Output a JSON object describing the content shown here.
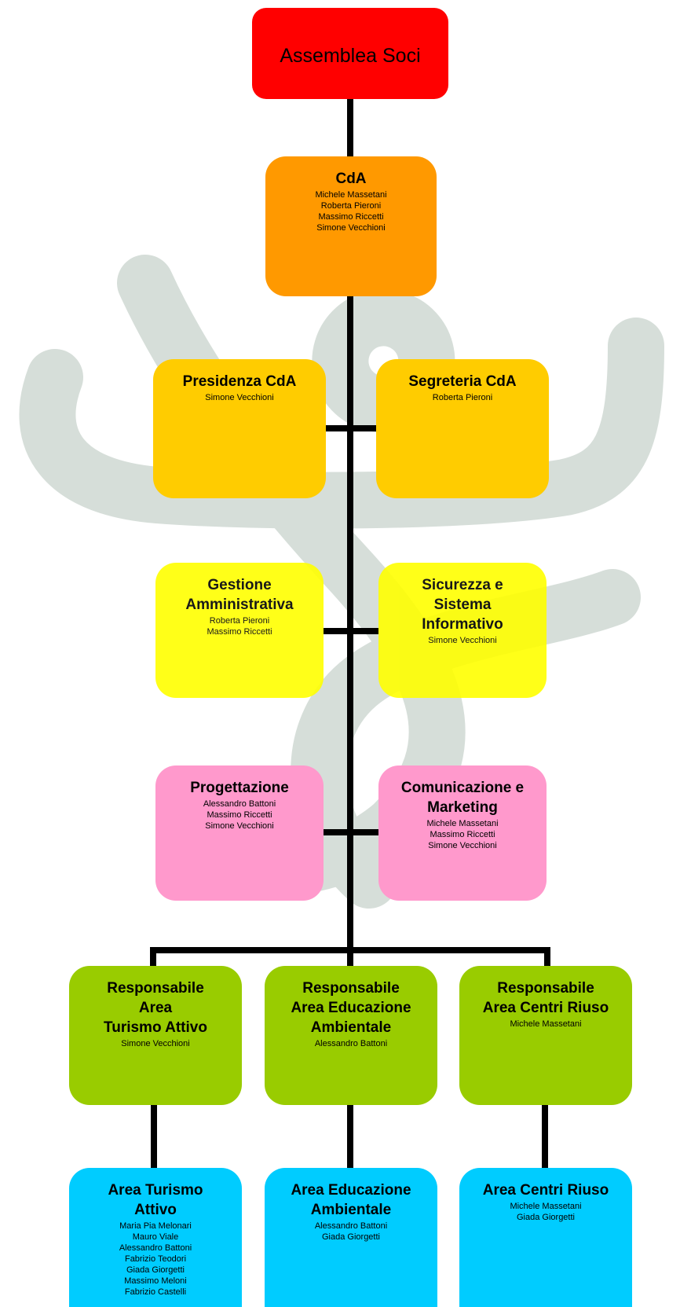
{
  "colors": {
    "red": "#ff0000",
    "orange": "#ff9900",
    "amber": "#ffcc00",
    "yellow": "#ffff00",
    "pink": "#ff99cc",
    "green": "#99cc00",
    "cyan": "#00ccff",
    "line": "#000000",
    "watermark": "#d6ded9"
  },
  "nodes": {
    "assemblea": {
      "title": "Assemblea Soci",
      "people": []
    },
    "cda": {
      "title": "CdA",
      "people": [
        "Michele Massetani",
        "Roberta Pieroni",
        "Massimo Riccetti",
        "Simone Vecchioni"
      ]
    },
    "presidenza": {
      "title": "Presidenza CdA",
      "people": [
        "Simone Vecchioni"
      ]
    },
    "segreteria": {
      "title": "Segreteria CdA",
      "people": [
        "Roberta Pieroni"
      ]
    },
    "gestione": {
      "title": "Gestione\nAmministrativa",
      "people": [
        "Roberta Pieroni",
        "Massimo Riccetti"
      ]
    },
    "sicurezza": {
      "title": "Sicurezza e\nSistema\nInformativo",
      "people": [
        "Simone Vecchioni"
      ]
    },
    "progettazione": {
      "title": "Progettazione",
      "people": [
        "Alessandro Battoni",
        "Massimo Riccetti",
        "Simone Vecchioni"
      ]
    },
    "comunicazione": {
      "title": "Comunicazione e\nMarketing",
      "people": [
        "Michele Massetani",
        "Massimo Riccetti",
        "Simone Vecchioni"
      ]
    },
    "resp_turismo": {
      "title": "Responsabile\nArea\nTurismo Attivo",
      "people": [
        "Simone Vecchioni"
      ]
    },
    "resp_educazione": {
      "title": "Responsabile\nArea Educazione\nAmbientale",
      "people": [
        "Alessandro Battoni"
      ]
    },
    "resp_riuso": {
      "title": "Responsabile\nArea Centri Riuso",
      "people": [
        "Michele Massetani"
      ]
    },
    "area_turismo": {
      "title": "Area Turismo\nAttivo",
      "people": [
        "Maria Pia Melonari",
        "Mauro Viale",
        "Alessandro Battoni",
        "Fabrizio Teodori",
        "Giada Giorgetti",
        "Massimo Meloni",
        "Fabrizio Castelli"
      ]
    },
    "area_educazione": {
      "title": "Area Educazione\nAmbientale",
      "people": [
        "Alessandro Battoni",
        "Giada Giorgetti"
      ]
    },
    "area_riuso": {
      "title": "Area Centri Riuso",
      "people": [
        "Michele Massetani",
        "Giada Giorgetti"
      ]
    }
  }
}
